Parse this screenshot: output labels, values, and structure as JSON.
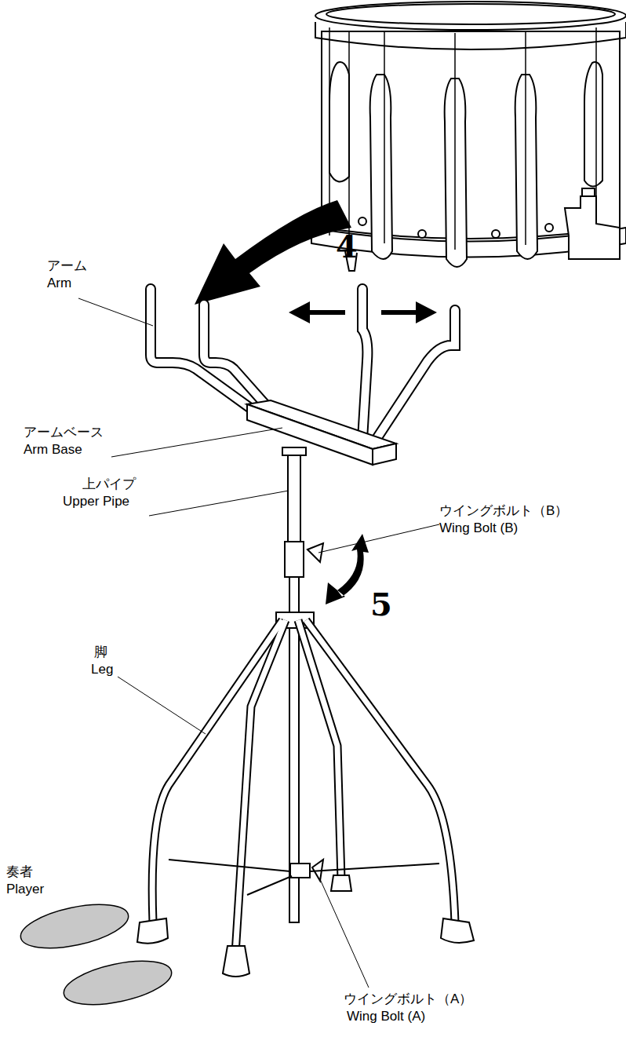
{
  "diagram": {
    "labels": [
      "アーム",
      "Arm",
      "4",
      "アームベース",
      "Arm Base",
      "上パイプ",
      "Upper Pipe",
      "ウイングボルト（B）",
      "Wing Bolt (B)",
      "5",
      "脚",
      "Leg",
      "奏者",
      "Player",
      "ウイングボルト（A）",
      "Wing Bolt (A)"
    ]
  }
}
